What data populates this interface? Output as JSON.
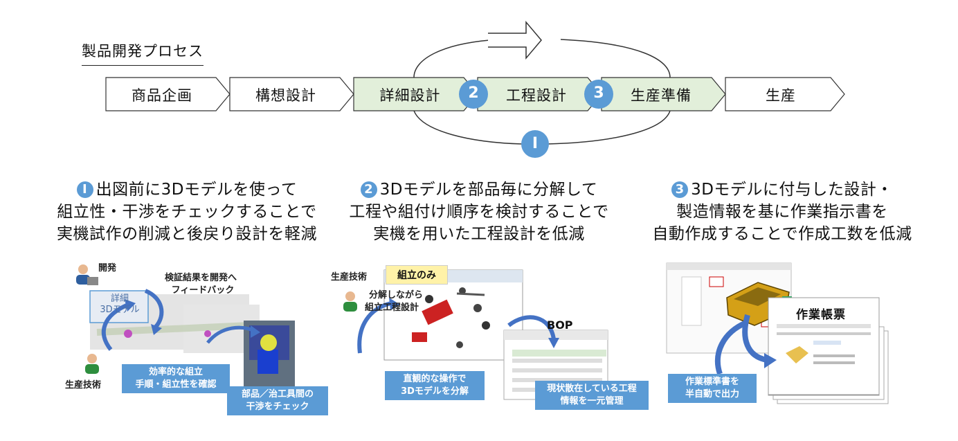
{
  "title": "製品開発プロセス",
  "steps": [
    "商品企画",
    "構想設計",
    "詳細設計",
    "工程設計",
    "生産準備",
    "生産"
  ],
  "circle_numbers": [
    "2",
    "3",
    "I"
  ],
  "headings": {
    "h1": {
      "num": "I",
      "lines": [
        "出図前に3Dモデルを使って",
        "組立性・干渉をチェックすることで",
        "実機試作の削減と後戻り設計を軽減"
      ]
    },
    "h2": {
      "num": "2",
      "lines": [
        "3Dモデルを部品毎に分解して",
        "工程や組付け順序を検討することで",
        "実機を用いた工程設計を低減"
      ]
    },
    "h3": {
      "num": "3",
      "lines": [
        "3Dモデルに付与した設計・",
        "製造情報を基に作業指示書を",
        "自動作成することで作成工数を低減"
      ]
    }
  },
  "panel1": {
    "role_dev": "開発",
    "role_prod": "生産技術",
    "feedback_line1": "検証結果を開発へ",
    "feedback_line2": "フィードバック",
    "model_label_line1": "詳細",
    "model_label_line2": "3Dモデル",
    "box_a_line1": "効率的な組立",
    "box_a_line2": "手順・組立性を確認",
    "box_b_line1": "部品／治工具間の",
    "box_b_line2": "干渉をチェック"
  },
  "panel2": {
    "role_prod": "生産技術",
    "tab": "組立のみ",
    "note_line1": "分解しながら",
    "note_line2": "組立工程設計",
    "bop": "BOP",
    "box_a_line1": "直観的な操作で",
    "box_a_line2": "3Dモデルを分解",
    "box_b_line1": "現状散在している工程",
    "box_b_line2": "情報を一元管理"
  },
  "panel3": {
    "doc_title": "作業帳票",
    "box_line1": "作業標準書を",
    "box_line2": "半自動で出力"
  },
  "colors": {
    "accent": "#5b9bd5",
    "highlight_fill": "#e2efda",
    "yellow": "#fff2a8"
  }
}
